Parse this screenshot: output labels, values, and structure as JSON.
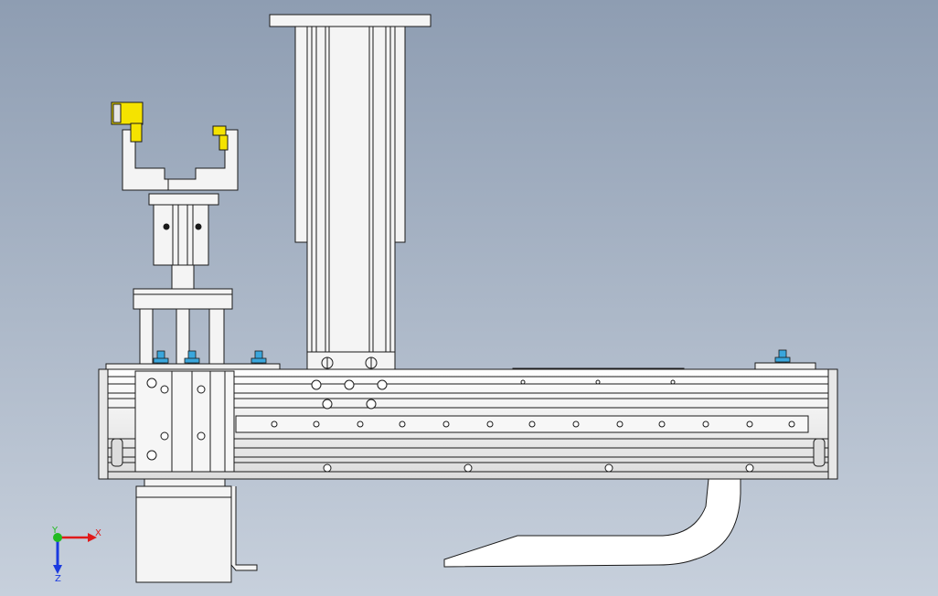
{
  "viewport": {
    "background_top": "#8e9db2",
    "background_bottom": "#c7d0dc"
  },
  "model": {
    "part_color": "#f2f2f2",
    "edge_color": "#1a1a1a",
    "gripper_pad_color": "#f5e300",
    "fastener_color": "#3aa6dc",
    "cable_drag_color": "#ffffff"
  },
  "triad": {
    "x_label": "X",
    "y_label": "Y",
    "z_label": "Z",
    "x_color": "#e01a1a",
    "y_color": "#22bb22",
    "z_color": "#1a3ae0"
  }
}
